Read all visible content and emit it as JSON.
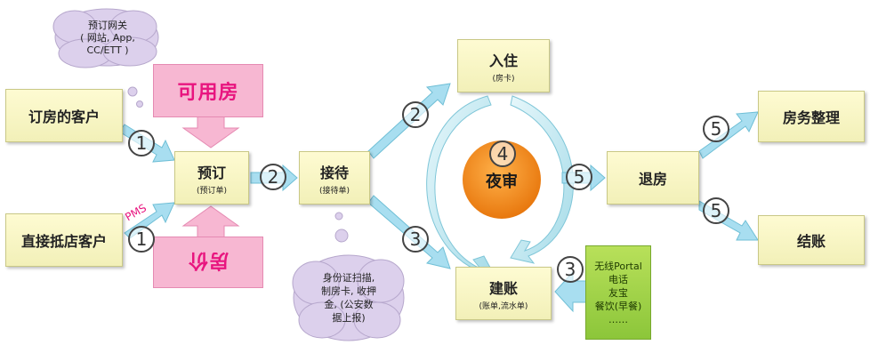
{
  "nodes": {
    "booking_customer": "订房的客户",
    "walkin_customer": "直接抵店客户",
    "reservation": {
      "title": "预订",
      "sub": "(预订单)"
    },
    "reception": {
      "title": "接待",
      "sub": "(接待单)"
    },
    "checkin": {
      "title": "入住",
      "sub": "(房卡)"
    },
    "billing": {
      "title": "建账",
      "sub": "(账单,流水单)"
    },
    "night_audit": "夜审",
    "checkout": "退房",
    "housekeeping": "房务整理",
    "settlement": "结账"
  },
  "clouds": {
    "gateway": "预订网关\n( 网站, App,\nCC/ETT )",
    "registration": "身份证扫描,\n制房卡, 收押\n金, (公安数\n据上报)"
  },
  "pink": {
    "available_rooms": "可用房",
    "room_rate": "房价"
  },
  "pms_label": "PMS",
  "steps": {
    "one": "1",
    "two": "2",
    "three": "3",
    "four": "4",
    "five": "5"
  },
  "billing_sources": [
    "无线Portal",
    "电话",
    "友宝",
    "餐饮(早餐)",
    "……"
  ],
  "colors": {
    "box_fill": "#fefbd2",
    "arrow": "#a8def0",
    "pink": "#f7b7d2",
    "pink_text": "#e8157f",
    "night_audit": "#f08a1e",
    "green": "#9bd048",
    "cloud": "#dcd0ec"
  }
}
